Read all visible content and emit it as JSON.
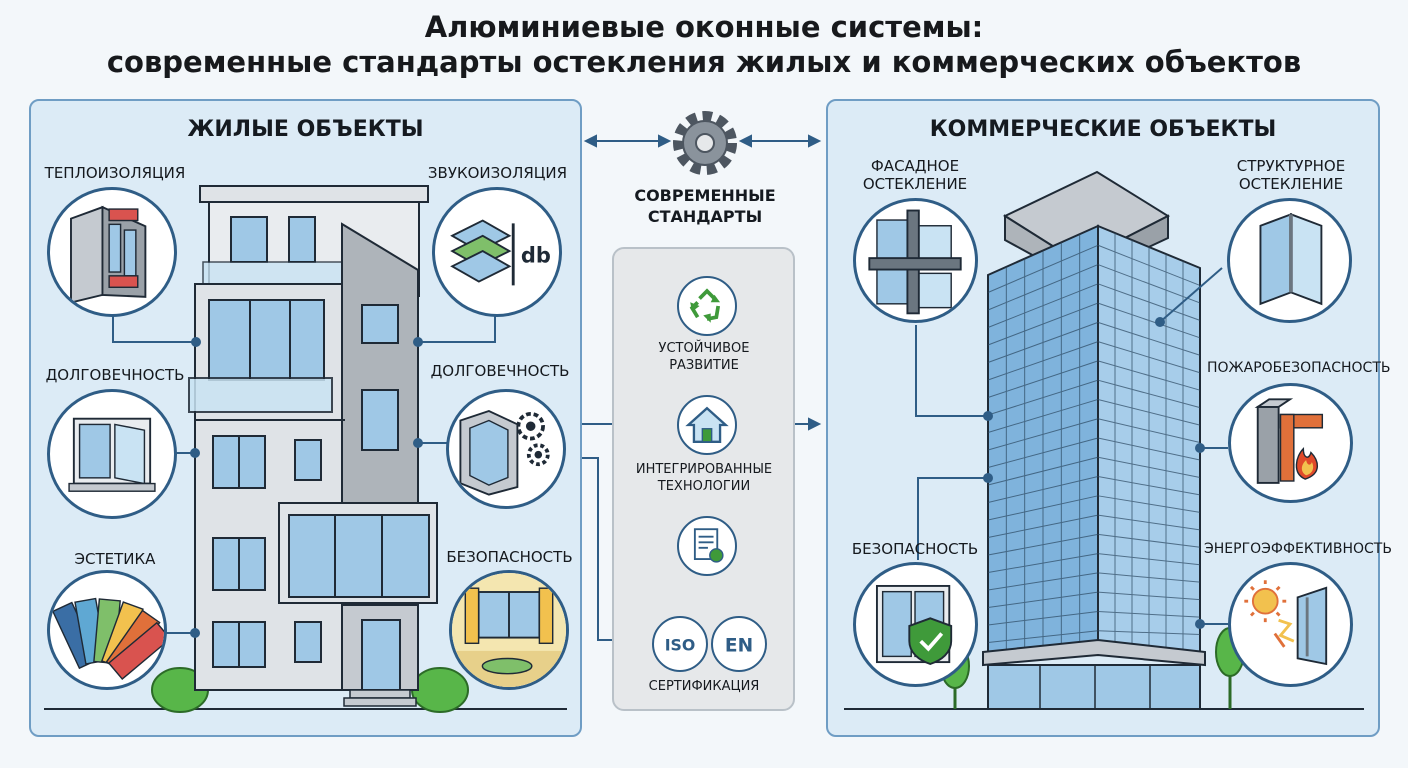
{
  "title": {
    "line1": "Алюминиевые оконные системы:",
    "line2": "современные стандарты остекления жилых и коммерческих объектов"
  },
  "residential": {
    "title": "ЖИЛЫЕ ОБЪЕКТЫ",
    "features": {
      "thermal": "ТЕПЛОИЗОЛЯЦИЯ",
      "sound": "ЗВУКОИЗОЛЯЦИЯ",
      "durability_left": "ДОЛГОВЕЧНОСТЬ",
      "durability_right": "ДОЛГОВЕЧНОСТЬ",
      "aesthetics": "ЭСТЕТИКА",
      "safety": "БЕЗОПАСНОСТЬ"
    },
    "sound_icon_text": "db"
  },
  "commercial": {
    "title": "КОММЕРЧЕСКИЕ ОБЪЕКТЫ",
    "features": {
      "facade_1": "ФАСАДНОЕ",
      "facade_2": "ОСТЕКЛЕНИЕ",
      "structural_1": "СТРУКТУРНОЕ",
      "structural_2": "ОСТЕКЛЕНИЕ",
      "fire": "ПОЖАРОБЕЗОПАСНОСТЬ",
      "safety": "БЕЗОПАСНОСТЬ",
      "energy": "ЭНЕРГОЭФФЕКТИВНОСТЬ"
    }
  },
  "center": {
    "head_1": "СОВРЕМЕННЫЕ",
    "head_2": "СТАНДАРТЫ",
    "items": {
      "sustain_1": "УСТОЙЧИВОЕ",
      "sustain_2": "РАЗВИТИЕ",
      "integr_1": "ИНТЕГРИРОВАННЫЕ",
      "integr_2": "ТЕХНОЛОГИИ",
      "cert": "СЕРТИФИКАЦИЯ"
    },
    "iso": "ISO",
    "en": "EN"
  },
  "colors": {
    "accent": "#2f5d86",
    "panel": "#dcebf6",
    "glass": "#9fc8e6"
  }
}
